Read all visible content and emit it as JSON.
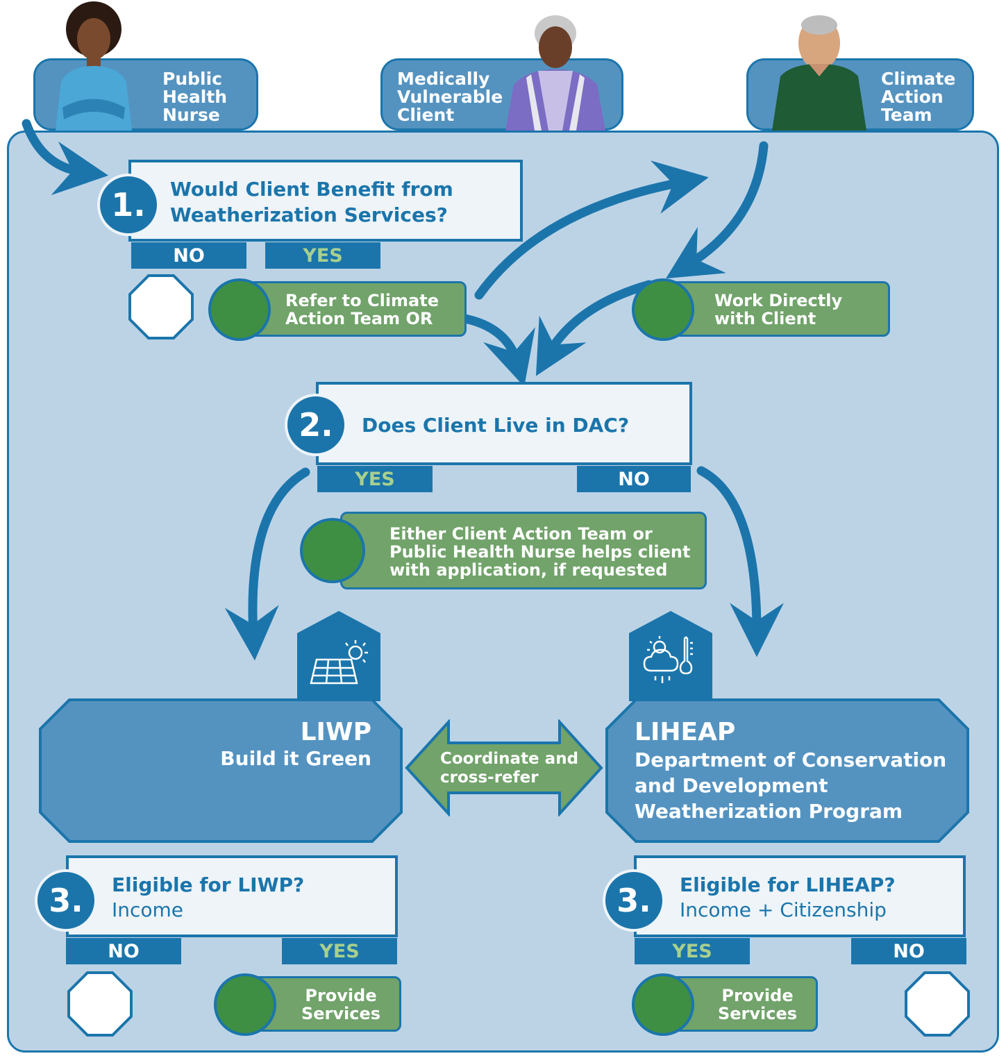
{
  "roles": {
    "nurse": "Public Health Nurse",
    "client": "Medically Vulnerable Client",
    "team": "Climate Action Team"
  },
  "step1": {
    "number": "1.",
    "question": "Would Client Benefit from Weatherization Services?",
    "no": "NO",
    "yes": "YES",
    "refer": "Refer to Climate Action Team OR",
    "work": "Work Directly with Client"
  },
  "step2": {
    "number": "2.",
    "question": "Does Client Live in DAC?",
    "yes": "YES",
    "no": "NO",
    "help": "Either Client Action Team or Public Health Nurse helps client with application, if requested"
  },
  "programs": {
    "liwp_title": "LIWP",
    "liwp_sub": "Build it Green",
    "liheap_title": "LIHEAP",
    "liheap_sub": "Department of Conservation and Development Weatherization Program",
    "coordinate": "Coordinate and cross-refer"
  },
  "step3_liwp": {
    "number": "3.",
    "question": "Eligible for LIWP?",
    "criteria": "Income",
    "no": "NO",
    "yes": "YES",
    "action": "Provide Services"
  },
  "step3_liheap": {
    "number": "3.",
    "question": "Eligible for LIHEAP?",
    "criteria": "Income + Citizenship",
    "yes": "YES",
    "no": "NO",
    "action": "Provide Services"
  },
  "colors": {
    "panel": "#bcd3e6",
    "dark_blue": "#1b75ab",
    "mid_blue": "#5493c0",
    "green_pill": "#71a36a",
    "green_dot": "#3e8f43",
    "yes_text": "#a8d08d"
  },
  "icons": [
    "solar-panel-icon",
    "weather-thermometer-icon",
    "stop-octagon-icon"
  ]
}
